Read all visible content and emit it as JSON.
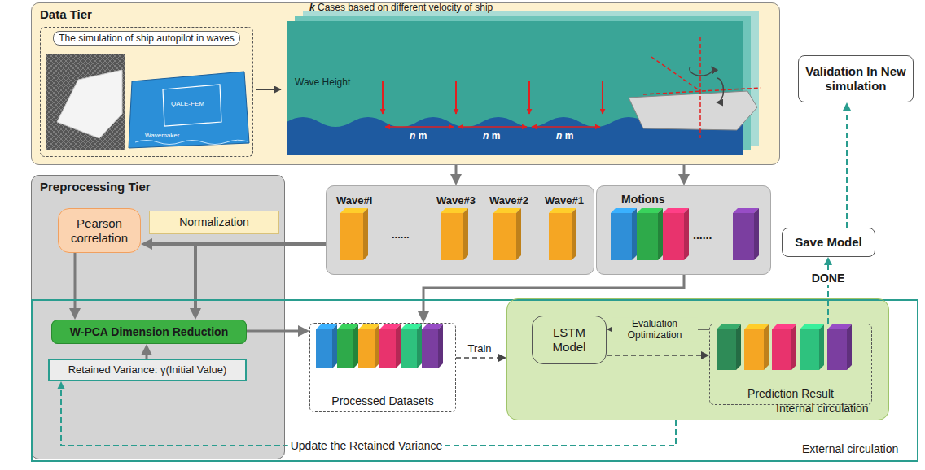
{
  "diagram": {
    "nodes": [
      {
        "text": [
          "Data Tier"
        ]
      },
      {
        "text": [
          "The simulation of ship autopilot in waves"
        ],
        "in": 0
      },
      {
        "text": [
          "Preprocessing Tier"
        ]
      },
      {
        "text": [
          "Normalization"
        ],
        "in": 2
      },
      {
        "text": [
          "Pearson correlation"
        ],
        "in": 2
      },
      {
        "text": [
          "W-PCA Dimension Reduction"
        ],
        "in": 2
      },
      {
        "text": [
          "Retained Variance: γ(Initial Value)"
        ],
        "in": 2
      },
      {
        "text": [
          "Wave#i",
          "......",
          "Wave#3",
          "Wave#2",
          "Wave#1"
        ]
      },
      {
        "text": [
          "Motions",
          "......"
        ]
      },
      {
        "text": [
          "External circulation"
        ]
      },
      {
        "text": [
          "Processed Datasets"
        ],
        "in": 9
      },
      {
        "text": [
          "Internal circulation"
        ],
        "in": 9
      },
      {
        "text": [
          "LSTM Model"
        ],
        "in": 11
      },
      {
        "text": [
          "Prediction Result"
        ],
        "in": 11
      },
      {
        "text": [
          "Save Model"
        ]
      },
      {
        "text": [
          "Validation In New simulation"
        ]
      }
    ],
    "edges": [
      {
        "from": 0,
        "to": 7,
        "arrow": "to"
      },
      {
        "from": 0,
        "to": 8,
        "arrow": "to"
      },
      {
        "from": 7,
        "to": 4,
        "arrow": "to"
      },
      {
        "from": 7,
        "to": 5,
        "arrow": "to"
      },
      {
        "from": 4,
        "to": 5,
        "arrow": "to"
      },
      {
        "from": 6,
        "to": 5,
        "arrow": "to"
      },
      {
        "from": 5,
        "to": 10,
        "arrow": "to"
      },
      {
        "from": 8,
        "to": 10,
        "arrow": "to"
      },
      {
        "from": 10,
        "to": 11,
        "label": "Train",
        "arrow": "to"
      },
      {
        "from": 12,
        "to": 13,
        "arrow": "to"
      },
      {
        "from": 13,
        "to": 12,
        "label": "Evaluation Optimization",
        "arrow": "to"
      },
      {
        "from": 11,
        "to": 6,
        "label": "Update the Retained Variance",
        "arrow": "to"
      },
      {
        "from": 13,
        "to": 14,
        "label": "DONE",
        "arrow": "to"
      },
      {
        "from": 14,
        "to": 15,
        "arrow": "to"
      }
    ],
    "labels": [
      "k Cases based on different velocity of ship",
      "QALE-FEM",
      "Wavemaker",
      "Wave Height",
      "n m",
      "n m",
      "n m"
    ]
  }
}
